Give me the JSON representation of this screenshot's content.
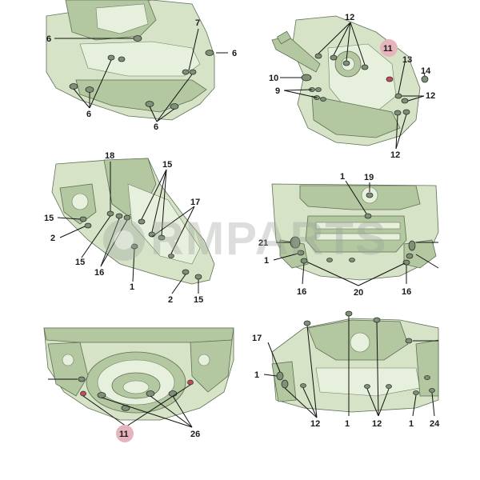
{
  "watermark": "RMPARTS",
  "colors": {
    "panel": "#d6e3c6",
    "highlight": "#e6b4bd",
    "plug_red": "#c44b5a"
  },
  "panels": [
    {
      "labels": [
        "6",
        "6",
        "6",
        "6",
        "7"
      ]
    },
    {
      "labels": [
        "12",
        "11",
        "13",
        "14",
        "10",
        "9",
        "12",
        "12"
      ]
    },
    {
      "labels": [
        "18",
        "15",
        "17",
        "15",
        "2",
        "15",
        "16",
        "1",
        "2",
        "15"
      ]
    },
    {
      "labels": [
        "1",
        "19",
        "21",
        "1",
        "16",
        "20",
        "16"
      ]
    },
    {
      "labels": [
        "11",
        "26"
      ]
    },
    {
      "labels": [
        "17",
        "1",
        "12",
        "1",
        "12",
        "1",
        "24"
      ]
    }
  ]
}
